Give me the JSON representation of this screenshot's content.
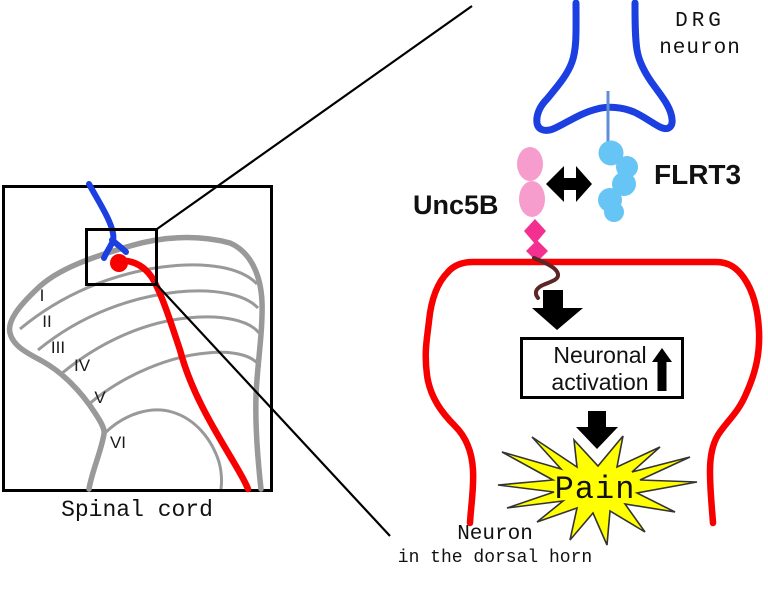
{
  "colors": {
    "neuron_blue": "#1B3FE0",
    "connector_blue": "#5E8FD6",
    "flrt3_blue": "#66C5F4",
    "unc5b_pink": "#F79DCD",
    "unc5b_deep_pink": "#F3308F",
    "cell_red": "#F80000",
    "signal_maroon": "#5D2626",
    "lamina_gray": "#999999",
    "pain_yellow": "#FFFF00",
    "ink_black": "#000000"
  },
  "icons": {
    "signal_down_arrow": "⬇",
    "increase_arrow": "⬆",
    "interaction_arrow": "⬌"
  },
  "spinal": {
    "caption": "Spinal cord",
    "laminae": [
      "I",
      "II",
      "III",
      "IV",
      "V",
      "VI"
    ]
  },
  "drg": {
    "line1": "DRG",
    "line2": "neuron"
  },
  "labels": {
    "unc5b": "Unc5B",
    "flrt3": "FLRT3"
  },
  "activation": {
    "line1": "Neuronal",
    "line2": "activation"
  },
  "pain": {
    "label": "Pain"
  },
  "dorsal": {
    "line1": "Neuron",
    "line2": "in the dorsal horn"
  }
}
